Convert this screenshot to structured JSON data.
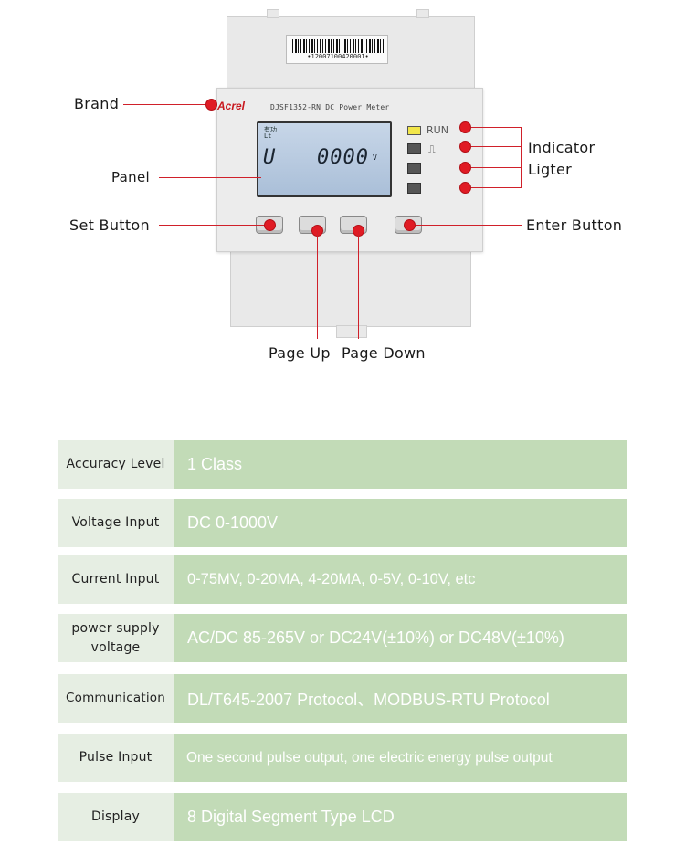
{
  "figure": {
    "callouts": {
      "brand": "Brand",
      "panel": "Panel",
      "set_button": "Set Button",
      "enter_button": "Enter Button",
      "indicator_line1": "Indicator",
      "indicator_line2": "Ligter",
      "page_up": "Page Up",
      "page_down": "Page Down"
    },
    "device": {
      "barcode_text": "•12007100420001•",
      "brand_logo": "Acrel",
      "model": "DJSF1352-RN DC Power Meter",
      "lcd_small_text": "有功\nLt",
      "lcd_symbol": "U",
      "lcd_value": "0000",
      "lcd_unit": "V",
      "run_label": "RUN",
      "pulse_symbol": "⎍"
    },
    "accent_color": "#e01b24"
  },
  "specs": [
    {
      "label": "Accuracy Level",
      "value": "1 Class"
    },
    {
      "label": "Voltage Input",
      "value": "DC 0-1000V"
    },
    {
      "label": "Current Input",
      "value": "0-75MV, 0-20MA, 4-20MA, 0-5V, 0-10V, etc"
    },
    {
      "label": "power supply voltage",
      "value": "AC/DC 85-265V or DC24V(±10%) or DC48V(±10%)"
    },
    {
      "label": "Communication",
      "value": "DL/T645-2007 Protocol、MODBUS-RTU Protocol"
    },
    {
      "label": "Pulse Input",
      "value": "One second pulse output, one electric energy pulse output"
    },
    {
      "label": "Display",
      "value": "8 Digital Segment Type LCD"
    }
  ],
  "colors": {
    "label_bg": "#e6eee3",
    "value_bg": "#c2dbb7",
    "value_text": "#ffffff"
  }
}
